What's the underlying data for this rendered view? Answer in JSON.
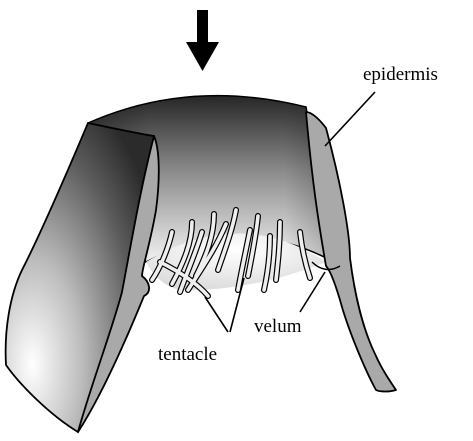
{
  "labels": {
    "epidermis": "epidermis",
    "velum": "velum",
    "tentacle": "tentacle"
  },
  "colors": {
    "outline": "#000000",
    "cut_surface": "#a9a9a9",
    "bell_dark": "#2a2a2a",
    "bell_light": "#f4f4f4",
    "tentacle": "#efefef"
  }
}
